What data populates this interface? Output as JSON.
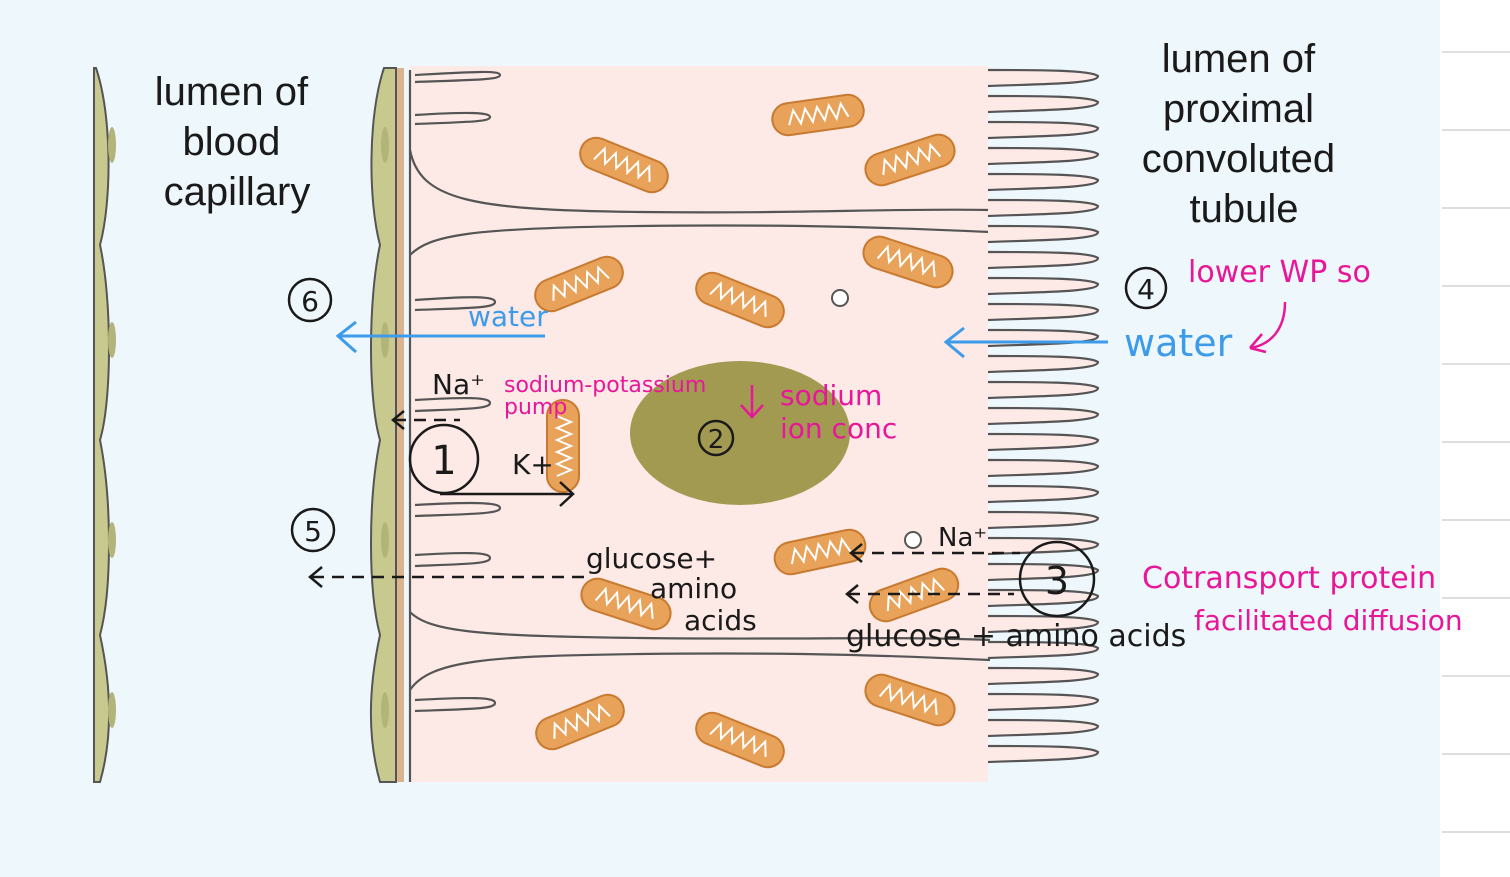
{
  "labels": {
    "capillary": [
      "lumen of",
      "blood",
      "capillary"
    ],
    "tubule": [
      "lumen of",
      "proximal",
      "convoluted",
      "tubule"
    ]
  },
  "annotations": {
    "num1": "1",
    "num2": "2",
    "num3": "3",
    "num4": "4",
    "num5": "5",
    "num6": "6",
    "water_left": "water",
    "water_right": "water",
    "lower_wp": "lower WP so",
    "na_left": "Na⁺",
    "na_right": "Na⁺",
    "k": "K+",
    "pump": [
      "sodium-potassium",
      "pump"
    ],
    "sodium_conc": [
      "sodium",
      "ion conc"
    ],
    "glucose_left": [
      "glucose+",
      "amino",
      "acids"
    ],
    "glucose_right": "glucose + amino acids",
    "cotransport": "Cotransport protein",
    "facilitated": "facilitated diffusion"
  },
  "colors": {
    "background": "#eef7fb",
    "cell": "#fde9e5",
    "mitochondria": "#e8a25a",
    "nucleus": "#a39a52",
    "endothelium": "#c8c98e",
    "water_arrow": "#3d9be9",
    "pink_note": "#e8179a",
    "ink": "#1a1a1a"
  }
}
